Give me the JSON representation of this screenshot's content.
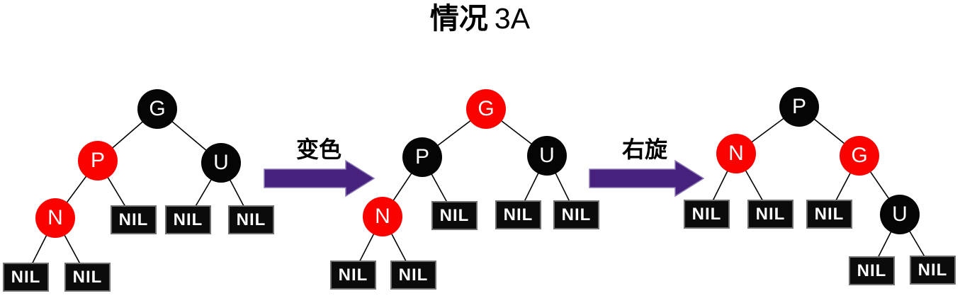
{
  "title": {
    "text": "情况 3A",
    "cjk": "情况",
    "suffix": "3A"
  },
  "arrows": [
    {
      "label": "变色"
    },
    {
      "label": "右旋"
    }
  ],
  "colors": {
    "node_red": "#fa0200",
    "node_black": "#050505",
    "node_letter": "#ffffff",
    "nil_background": "#0b0b0b",
    "nil_border": "#6f6f6f",
    "nil_text": "#ffffff",
    "edge_line": "#000000",
    "arrow_fill": "#46217e",
    "arrow_outline": "#8d79b5",
    "title_color": "#000000",
    "background": "#ffffff"
  },
  "trees": [
    {
      "root": {
        "label": "G",
        "color": "black",
        "children": [
          {
            "label": "P",
            "color": "red",
            "children": [
              {
                "label": "N",
                "color": "red",
                "children": [
                  {
                    "label": "NIL",
                    "color": "black"
                  },
                  {
                    "label": "NIL",
                    "color": "black"
                  }
                ]
              },
              {
                "label": "NIL",
                "color": "black"
              }
            ]
          },
          {
            "label": "U",
            "color": "black",
            "children": [
              {
                "label": "NIL",
                "color": "black"
              },
              {
                "label": "NIL",
                "color": "black"
              }
            ]
          }
        ]
      }
    },
    {
      "root": {
        "label": "G",
        "color": "red",
        "children": [
          {
            "label": "P",
            "color": "black",
            "children": [
              {
                "label": "N",
                "color": "red",
                "children": [
                  {
                    "label": "NIL",
                    "color": "black"
                  },
                  {
                    "label": "NIL",
                    "color": "black"
                  }
                ]
              },
              {
                "label": "NIL",
                "color": "black"
              }
            ]
          },
          {
            "label": "U",
            "color": "black",
            "children": [
              {
                "label": "NIL",
                "color": "black"
              },
              {
                "label": "NIL",
                "color": "black"
              }
            ]
          }
        ]
      }
    },
    {
      "root": {
        "label": "P",
        "color": "black",
        "children": [
          {
            "label": "N",
            "color": "red",
            "children": [
              {
                "label": "NIL",
                "color": "black"
              },
              {
                "label": "NIL",
                "color": "black"
              }
            ]
          },
          {
            "label": "G",
            "color": "red",
            "children": [
              {
                "label": "NIL",
                "color": "black"
              },
              {
                "label": "U",
                "color": "black",
                "children": [
                  {
                    "label": "NIL",
                    "color": "black"
                  },
                  {
                    "label": "NIL",
                    "color": "black"
                  }
                ]
              }
            ]
          }
        ]
      }
    }
  ]
}
